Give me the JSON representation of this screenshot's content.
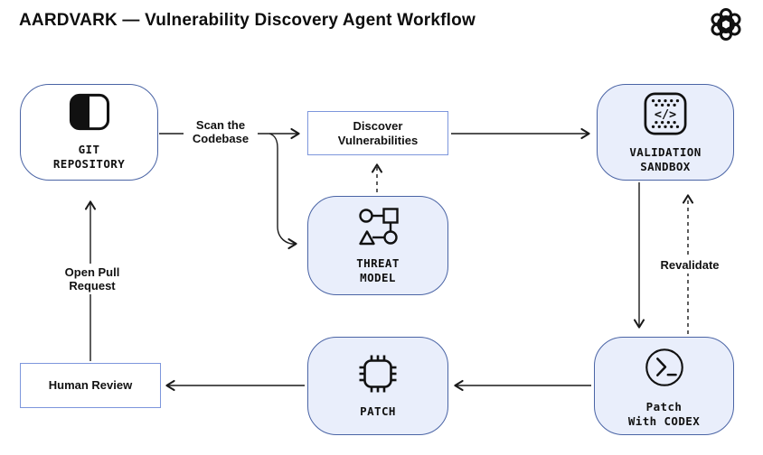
{
  "header": {
    "title": "AARDVARK — Vulnerability Discovery Agent Workflow",
    "logo": "openai-logo"
  },
  "colors": {
    "node_fill": "#e9eefb",
    "node_border": "#4a64a5",
    "box_border": "#7d96dc",
    "arrow_line": "#1a1a1a",
    "text": "#111111"
  },
  "nodes": {
    "git_repository": {
      "label": "GIT\nREPOSITORY",
      "icon": "split-panel-icon"
    },
    "discover": {
      "label": "Discover\nVulnerabilities"
    },
    "validation": {
      "label": "VALIDATION\nSANDBOX",
      "icon": "sandbox-code-icon"
    },
    "threat_model": {
      "label": "THREAT\nMODEL",
      "icon": "diagram-shapes-icon"
    },
    "patch": {
      "label": "PATCH",
      "icon": "chip-icon"
    },
    "patch_with_codex": {
      "label": "Patch\nWith CODEX",
      "icon": "terminal-icon"
    },
    "human_review": {
      "label": "Human Review"
    }
  },
  "edge_labels": {
    "scan_codebase": "Scan the\nCodebase",
    "open_pull_request": "Open Pull\nRequest",
    "revalidate": "Revalidate"
  }
}
